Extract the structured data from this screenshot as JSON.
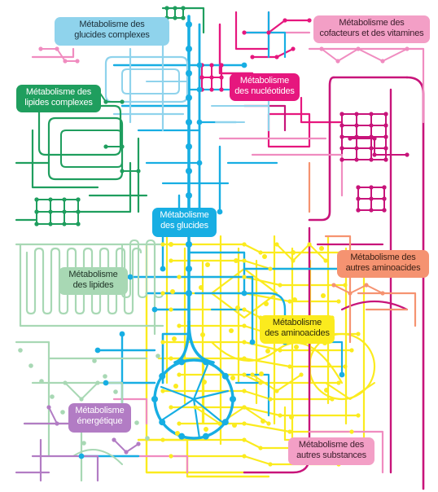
{
  "colors": {
    "blue": "#17aee3",
    "green": "#1f9e5e",
    "light_blue": "#8fd3ec",
    "pink": "#f08cc0",
    "magenta": "#e6177e",
    "yellow": "#fbeb1e",
    "sage": "#a8d8b4",
    "salmon": "#f59371",
    "purple": "#b27cc4",
    "dark_pink": "#c8147a"
  },
  "categories": {
    "glucides_complexes": {
      "line1": "Métabolisme des",
      "line2": "glucides complexes"
    },
    "cofacteurs": {
      "line1": "Métabolisme des",
      "line2": "cofacteurs et des vitamines"
    },
    "lipides_complexes": {
      "line1": "Métabolisme des",
      "line2": "lipides complexes"
    },
    "nucleotides": {
      "line1": "Métabolisme",
      "line2": "des nucléotides"
    },
    "glucides": {
      "line1": "Métabolisme",
      "line2": "des glucides"
    },
    "autres_aminoacides": {
      "line1": "Métabolisme des",
      "line2": "autres aminoacides"
    },
    "lipides": {
      "line1": "Métabolisme",
      "line2": "des lipides"
    },
    "aminoacides": {
      "line1": "Métabolisme",
      "line2": "des aminoacides"
    },
    "energetique": {
      "line1": "Métabolisme",
      "line2": "énergétique"
    },
    "autres_substances": {
      "line1": "Métabolisme des",
      "line2": "autres substances"
    }
  }
}
